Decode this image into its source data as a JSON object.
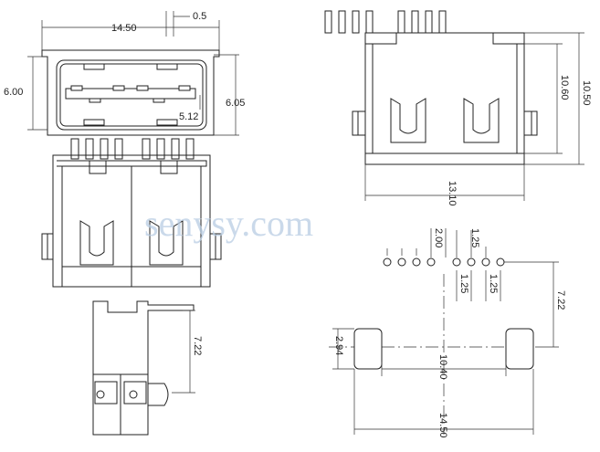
{
  "watermark": "senysy.com",
  "dimensions": {
    "top_width": "14.50",
    "pin_offset": "0.5",
    "height_left": "6.00",
    "height_right": "6.05",
    "inner_width": "5.12",
    "side_height_a": "10.60",
    "side_height_b": "10.50",
    "side_width": "13.10",
    "pin_pitch_a": "2.00",
    "pin_pitch_b": "1.25",
    "pin_pitch_c": "1.25",
    "pin_pitch_d": "1.25",
    "bottom_offset": "7.22",
    "pad_height": "2.94",
    "pad_span": "10.40",
    "total_span": "14.50",
    "side_offset": "7.22"
  },
  "colors": {
    "line": "#222222",
    "watermark": "#b9cde3"
  }
}
